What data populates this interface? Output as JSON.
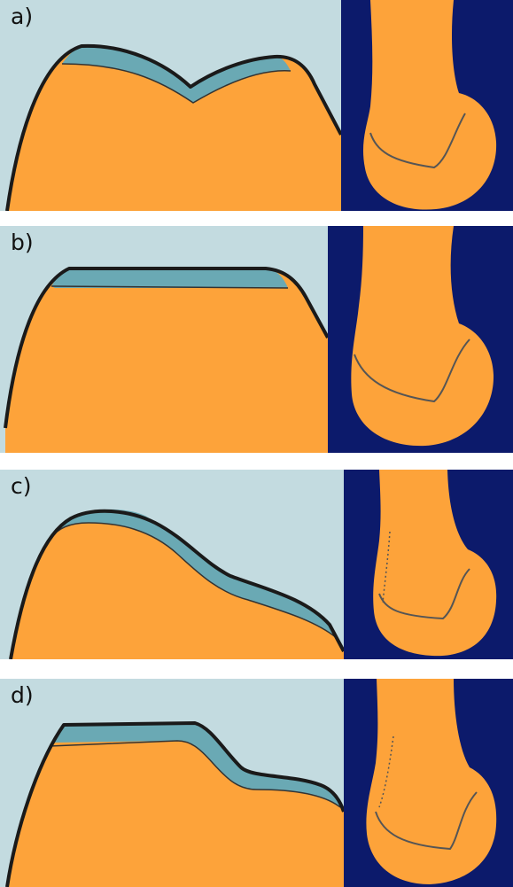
{
  "colors": {
    "background": "#c3dbe0",
    "bone": "#fda33a",
    "cartilage": "#6aa9b4",
    "outline": "#1a1a1a",
    "right_panel_background": "#0c1a6b"
  },
  "panels": [
    {
      "label": "a)"
    },
    {
      "label": "b)"
    },
    {
      "label": "c)"
    },
    {
      "label": "d)"
    }
  ]
}
